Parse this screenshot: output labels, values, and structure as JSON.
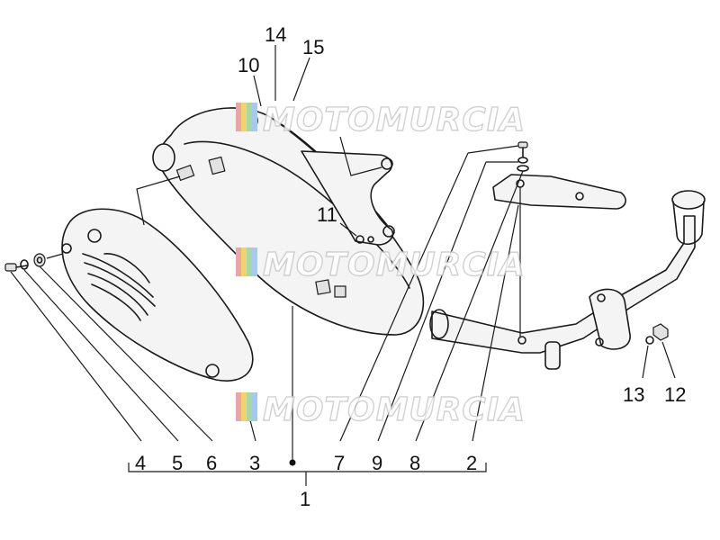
{
  "watermark": {
    "text": "MOTOMURCIA",
    "colors": [
      "#e8a6a6",
      "#f2d36b",
      "#a8d8a0",
      "#a9c8ee"
    ]
  },
  "callouts": {
    "top": [
      "10",
      "14",
      "15",
      "11"
    ],
    "right": [
      "13",
      "12"
    ],
    "bottom_row": [
      "4",
      "5",
      "6",
      "3",
      "7",
      "9",
      "8",
      "2"
    ],
    "assembly": "1"
  },
  "colors": {
    "line": "#1a1a1a",
    "fill": "#f4f4f4",
    "shade": "#e2e2e2"
  }
}
